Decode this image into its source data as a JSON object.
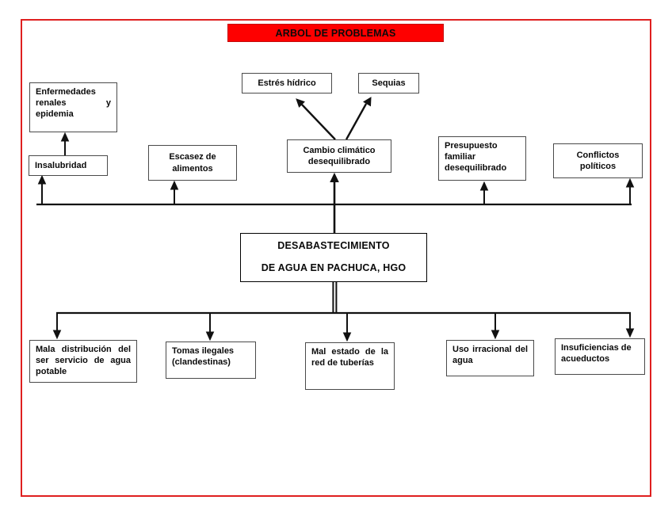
{
  "banner": {
    "label": "ARBOL DE PROBLEMAS"
  },
  "colors": {
    "banner_red": "#fe0000",
    "frame_red": "#df1f1f",
    "line_black": "#111111",
    "box_border_gray": "#4a4a4a"
  },
  "central_problem": {
    "line1": "DESABASTECIMIENTO",
    "line2": "DE AGUA EN PACHUCA, HGO"
  },
  "top_effects": {
    "estres": {
      "label": "Estrés hídrico"
    },
    "sequias": {
      "label": "Sequias"
    }
  },
  "effects": {
    "enfermedades": {
      "label": "Enfermedades renales y epidemia"
    },
    "insalubridad": {
      "label": "Insalubridad"
    },
    "escasez": {
      "label": "Escasez de alimentos"
    },
    "cambio": {
      "label": "Cambio climático desequilibrado"
    },
    "presupuesto": {
      "label": "Presupuesto familiar desequilibrado"
    },
    "conflictos": {
      "label": "Conflictos políticos"
    }
  },
  "causes": {
    "mala_distribucion": {
      "label": "Mala distribución del ser servicio de agua potable"
    },
    "tomas_ilegales": {
      "label": "Tomas ilegales (clandestinas)"
    },
    "mal_estado": {
      "label": "Mal estado de la red de tuberías"
    },
    "uso_irracional": {
      "label": "Uso irracional del agua"
    },
    "insuficiencias": {
      "label": "Insuficiencias de acueductos"
    }
  }
}
